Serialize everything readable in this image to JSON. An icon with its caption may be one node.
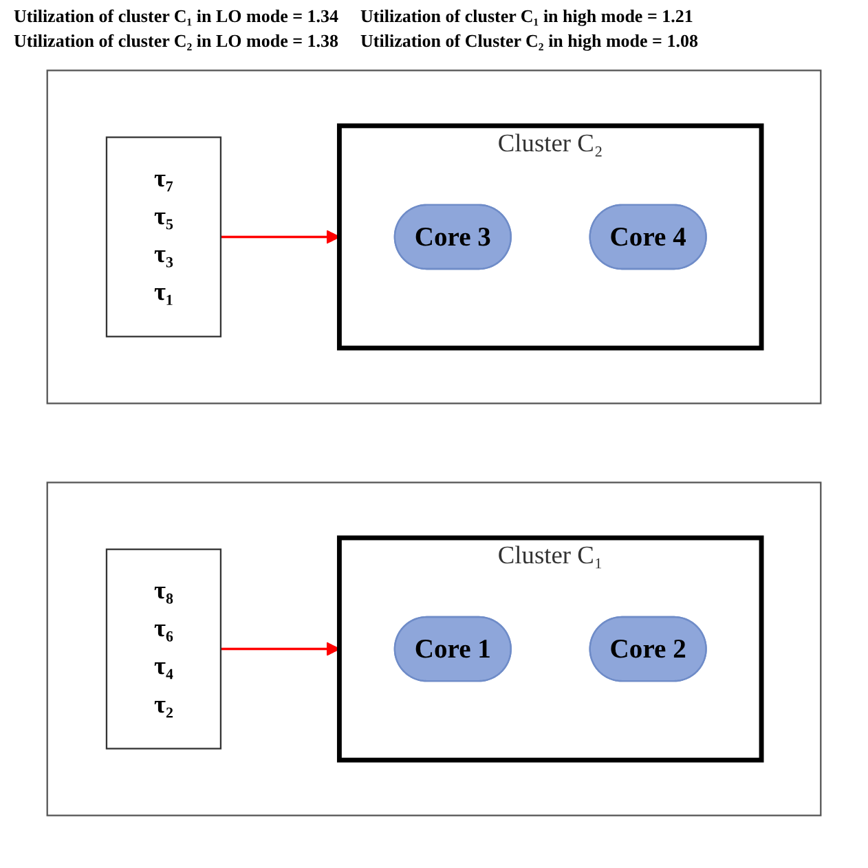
{
  "diagram": {
    "nodes": [
      {
        "text": [],
        "shape": "box"
      },
      {
        "text": [
          "Cluster C₁"
        ],
        "in": 0
      },
      {
        "text": [
          "Core 1"
        ],
        "in": 1
      },
      {
        "text": [
          "Core 2"
        ],
        "in": 1
      },
      {
        "text": [
          "τ₈",
          "τ₆",
          "τ₄",
          "τ₂"
        ],
        "in": 0
      },
      {
        "text": [],
        "shape": "box"
      },
      {
        "text": [
          "Cluster C₂"
        ],
        "in": 5
      },
      {
        "text": [
          "Core 3"
        ],
        "in": 6
      },
      {
        "text": [
          "Core 4"
        ],
        "in": 6
      },
      {
        "text": [
          "τ₇",
          "τ₅",
          "τ₃",
          "τ₁"
        ],
        "in": 5
      }
    ],
    "edges": [
      {
        "from": 4,
        "to": 1,
        "arrow": "to",
        "color": "#ff0000"
      },
      {
        "from": 9,
        "to": 6,
        "arrow": "to",
        "color": "#ff0000"
      }
    ],
    "labels": [
      "Utilization of cluster C₁ in LO mode = 1.34",
      "Utilization of cluster C₁ in high mode = 1.21",
      "Utilization of cluster C₂ in LO mode = 1.38",
      "Utilization of Cluster C₂ in high mode = 1.08"
    ]
  }
}
